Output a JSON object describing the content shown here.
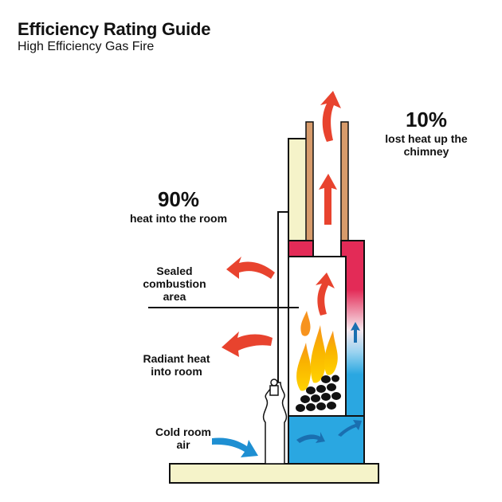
{
  "title": "Efficiency Rating Guide",
  "subtitle": "High Efficiency Gas Fire",
  "labels": {
    "chimney_loss_pct": "10%",
    "chimney_loss_text": "lost heat up the chimney",
    "room_heat_pct": "90%",
    "room_heat_text": "heat into the room",
    "sealed": "Sealed combustion area",
    "radiant": "Radiant heat into room",
    "cold": "Cold room air"
  },
  "colors": {
    "arrow_hot": "#e8432e",
    "arrow_cold": "#1e8fd2",
    "flue_red": "#e32b57",
    "water_blue": "#2aa7e1",
    "flue_pipe": "#d79b6b",
    "wall_cream": "#f5f3c9",
    "flame_yellow": "#ffd200",
    "flame_orange": "#f7931e"
  }
}
